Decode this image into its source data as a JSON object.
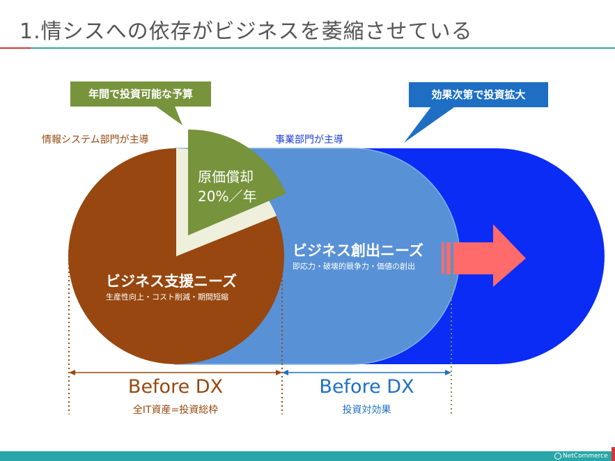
{
  "slide": {
    "title": "1.情シスへの依存がビジネスを萎縮させている"
  },
  "callouts": {
    "left": "年間で投資可能な予算",
    "right": "効果次第で投資拡大"
  },
  "labels": {
    "it_led": "情報システム部門が主導",
    "biz_led": "事業部門が主導"
  },
  "wedge": {
    "line1": "原価償却",
    "line2": "20%／年"
  },
  "support": {
    "title": "ビジネス支援ニーズ",
    "sub": "生産性向上・コスト削減・期間短縮"
  },
  "creation": {
    "title": "ビジネス創出ニーズ",
    "sub": "即応力・破壊的競争力・価値の創出"
  },
  "bottom": {
    "left_title": "Before DX",
    "left_sub": "全IT資産=投資総枠",
    "right_title": "Before DX",
    "right_sub": "投資対効果"
  },
  "footer": {
    "logo": "NetCommerce"
  },
  "colors": {
    "brown": "#97470f",
    "light_blue": "#5891d6",
    "blue": "#0a2cf5",
    "green": "#77933c",
    "callout_blue": "#1e6fc4",
    "arrow": "#ff6b6b",
    "teal": "#2aa6a9",
    "red": "#d0363b"
  }
}
